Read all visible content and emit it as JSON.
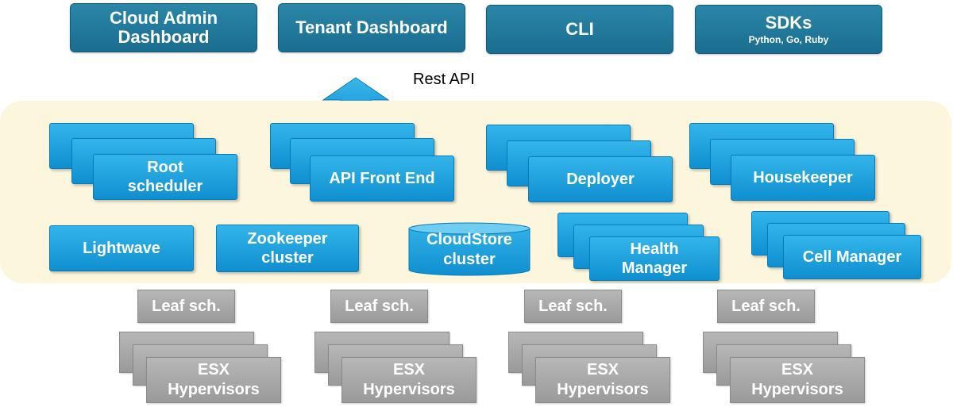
{
  "clients": [
    {
      "line1": "Cloud Admin",
      "line2": "Dashboard"
    },
    {
      "label": "Tenant Dashboard"
    },
    {
      "label": "CLI"
    },
    {
      "label": "SDKs",
      "sub": "Python, Go, Ruby"
    }
  ],
  "api": {
    "label": "Rest API"
  },
  "services": {
    "root_scheduler": {
      "line1": "Root",
      "line2": "scheduler"
    },
    "api_front_end": {
      "label": "API Front End"
    },
    "deployer": {
      "label": "Deployer"
    },
    "housekeeper": {
      "label": "Housekeeper"
    },
    "lightwave": {
      "label": "Lightwave"
    },
    "zookeeper": {
      "line1": "Zookeeper",
      "line2": "cluster"
    },
    "cloudstore": {
      "line1": "CloudStore",
      "line2": "cluster"
    },
    "health_manager": {
      "line1": "Health",
      "line2": "Manager"
    },
    "cell_manager": {
      "label": "Cell Manager"
    }
  },
  "hosts": [
    {
      "leaf": "Leaf sch.",
      "line1": "ESX",
      "line2": "Hypervisors"
    },
    {
      "leaf": "Leaf sch.",
      "line1": "ESX",
      "line2": "Hypervisors"
    },
    {
      "leaf": "Leaf sch.",
      "line1": "ESX",
      "line2": "Hypervisors"
    },
    {
      "leaf": "Leaf sch.",
      "line1": "ESX",
      "line2": "Hypervisors"
    }
  ],
  "colors": {
    "client_blue": "#1a6d8f",
    "service_blue": "#1aa0dd",
    "plane_yellow": "#fbf6dc",
    "host_grey": "#a6a6a6"
  }
}
